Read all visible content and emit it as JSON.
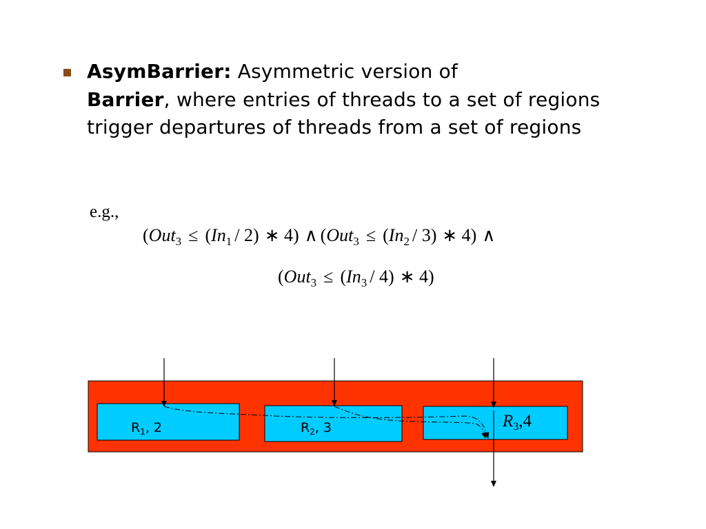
{
  "bullet": {
    "term": "AsymBarrier:",
    "intro": " Asymmetric version of",
    "barrier": "Barrier",
    "rest": ", where entries of threads to a set of regions trigger departures of threads from a set of regions"
  },
  "example": {
    "eg": "e.g.,",
    "line1": {
      "out": "Out",
      "out_sub": "3",
      "leq": "≤",
      "in1": "In",
      "in1_sub": "1",
      "div1": "/ 2)",
      "mul1": "∗ 4)",
      "and1": "∧",
      "out2": "Out",
      "out2_sub": "3",
      "leq2": "≤",
      "in2": "In",
      "in2_sub": "2",
      "div2": "/ 3)",
      "mul2": "∗ 4)",
      "and2": "∧"
    },
    "line2": {
      "out": "Out",
      "out_sub": "3",
      "leq": "≤",
      "in": "In",
      "in_sub": "3",
      "div": "/ 4)",
      "mul": "∗ 4)"
    }
  },
  "diagram": {
    "colors": {
      "outer": "#ff3300",
      "region": "#00ccff",
      "stroke": "#000000"
    },
    "regions": [
      {
        "name": "R",
        "sub": "1",
        "count": ", 2"
      },
      {
        "name": "R",
        "sub": "2",
        "count": ", 3"
      },
      {
        "name": "R",
        "sub": "3",
        "count": ",4"
      }
    ]
  }
}
